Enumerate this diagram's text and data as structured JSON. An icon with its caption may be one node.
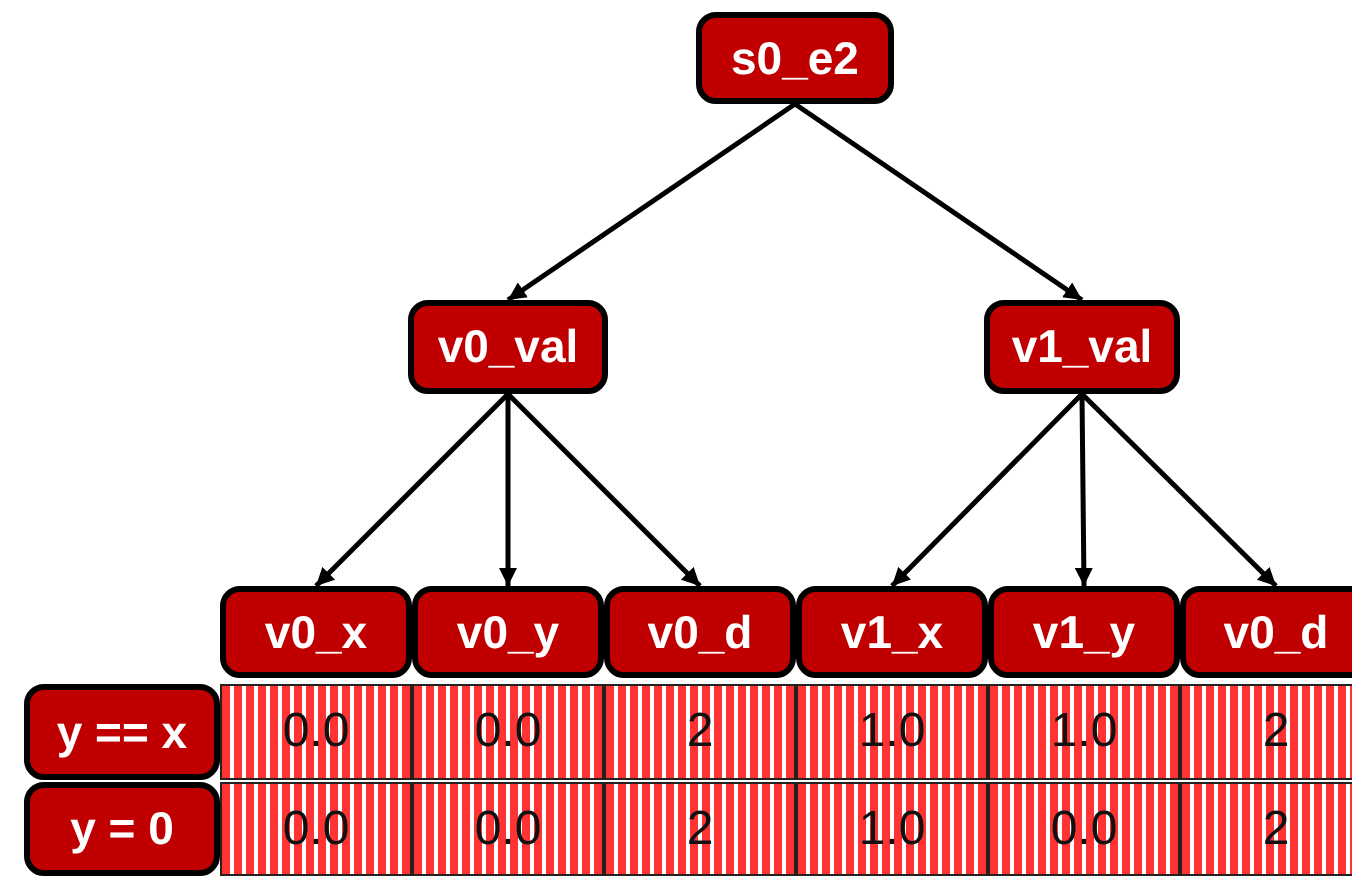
{
  "diagram": {
    "nodes": [
      {
        "text": [
          "s0_e2"
        ]
      },
      {
        "text": [
          "v0_val"
        ]
      },
      {
        "text": [
          "v1_val"
        ]
      },
      {
        "text": [
          "v0_x"
        ]
      },
      {
        "text": [
          "v0_y"
        ]
      },
      {
        "text": [
          "v0_d"
        ]
      },
      {
        "text": [
          "v1_x"
        ]
      },
      {
        "text": [
          "v1_y"
        ]
      },
      {
        "text": [
          "v0_d"
        ]
      },
      {
        "text": [
          "y == x"
        ]
      },
      {
        "text": [
          "y = 0"
        ]
      }
    ],
    "edges": [
      {
        "from": 0,
        "to": 1,
        "arrow": "to"
      },
      {
        "from": 0,
        "to": 2,
        "arrow": "to"
      },
      {
        "from": 1,
        "to": 3,
        "arrow": "to"
      },
      {
        "from": 1,
        "to": 4,
        "arrow": "to"
      },
      {
        "from": 1,
        "to": 5,
        "arrow": "to"
      },
      {
        "from": 2,
        "to": 6,
        "arrow": "to"
      },
      {
        "from": 2,
        "to": 7,
        "arrow": "to"
      },
      {
        "from": 2,
        "to": 8,
        "arrow": "to"
      }
    ],
    "labels": [
      "0.0",
      "0.0",
      "2",
      "1.0",
      "1.0",
      "2",
      "0.0",
      "0.0",
      "2",
      "1.0",
      "0.0",
      "2"
    ]
  }
}
